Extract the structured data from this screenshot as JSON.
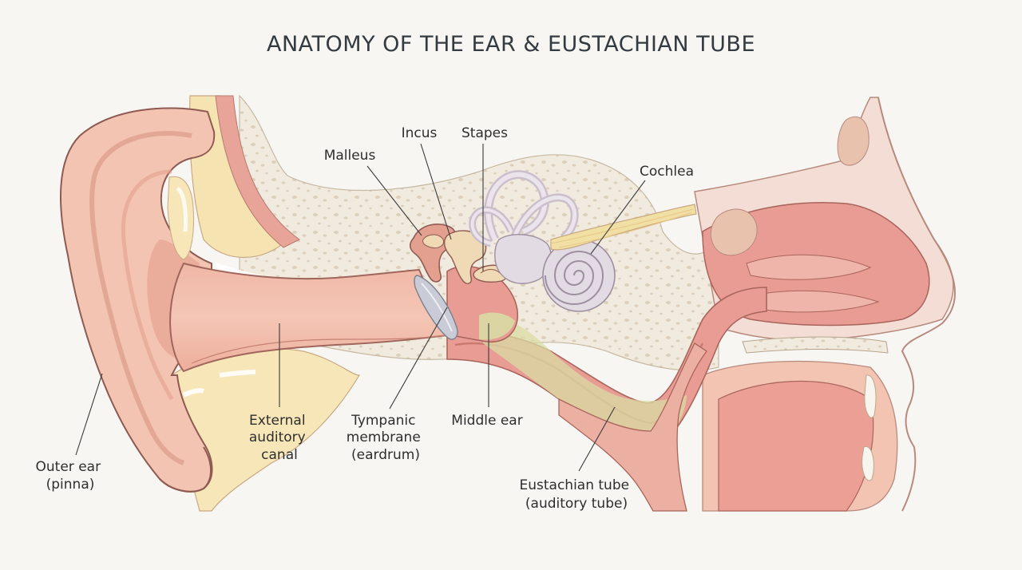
{
  "title": "ANATOMY OF THE EAR & EUSTACHIAN TUBE",
  "labels": {
    "incus": "Incus",
    "stapes": "Stapes",
    "malleus": "Malleus",
    "cochlea": "Cochlea",
    "outer_ear": [
      "Outer ear",
      "(pinna)"
    ],
    "external_canal": [
      "External",
      "auditory",
      "canal"
    ],
    "tympanic": [
      "Tympanic",
      "membrane",
      "(eardrum)"
    ],
    "middle_ear": "Middle ear",
    "eustachian": [
      "Eustachian tube",
      "(auditory tube)"
    ]
  },
  "colors": {
    "background": "#f7f6f3",
    "skin": "#f2c4b1",
    "skin_dark": "#e9a896",
    "mucosa": "#e89c94",
    "bone": "#f1ebdf",
    "bone_speckle": "#dcd0bd",
    "cartilage": "#f6e6b8",
    "ossicle": "#f0d9b5",
    "cochlea": "#e3dbe3",
    "eardrum": "#c9ccd6",
    "fluid": "#d9dca4"
  }
}
